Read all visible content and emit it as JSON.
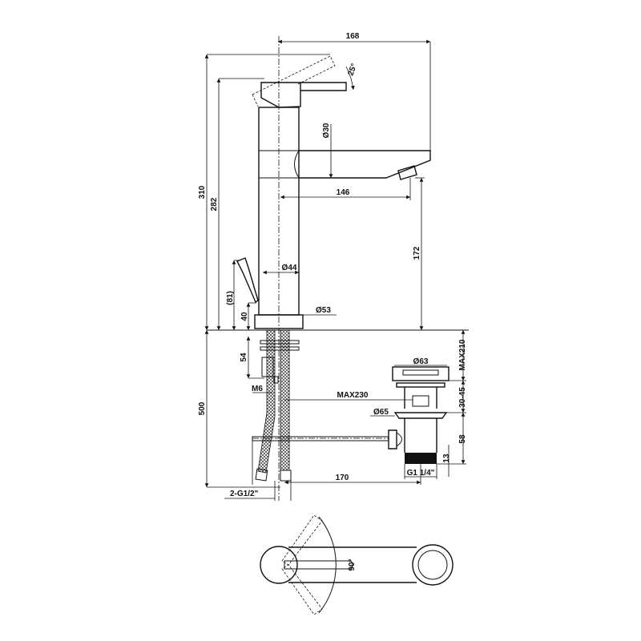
{
  "dimensions": {
    "overall_reach": "168",
    "lever_angle": "25°",
    "overall_height": "310",
    "lever_height": "282",
    "spout_diameter": "Ø30",
    "spout_projection": "146",
    "spout_height": "172",
    "body_diameter": "Ø44",
    "base_diameter": "Ø53",
    "pop_up_rod_height": "(81)",
    "base_height": "40",
    "shank_length": "54",
    "rod_thread": "M6",
    "hose_length": "500",
    "rod_max_length": "MAX230",
    "waste_flange_diameter": "Ø63",
    "waste_max_length": "MAX210",
    "basin_thickness": "30-45",
    "waste_lower_flange": "Ø65",
    "waste_body_height": "58",
    "thread_height": "13",
    "waste_thread": "G1 1/4\"",
    "rod_horizontal": "170",
    "hose_connection": "2-G1/2\"",
    "rotation_angle": "90°"
  }
}
